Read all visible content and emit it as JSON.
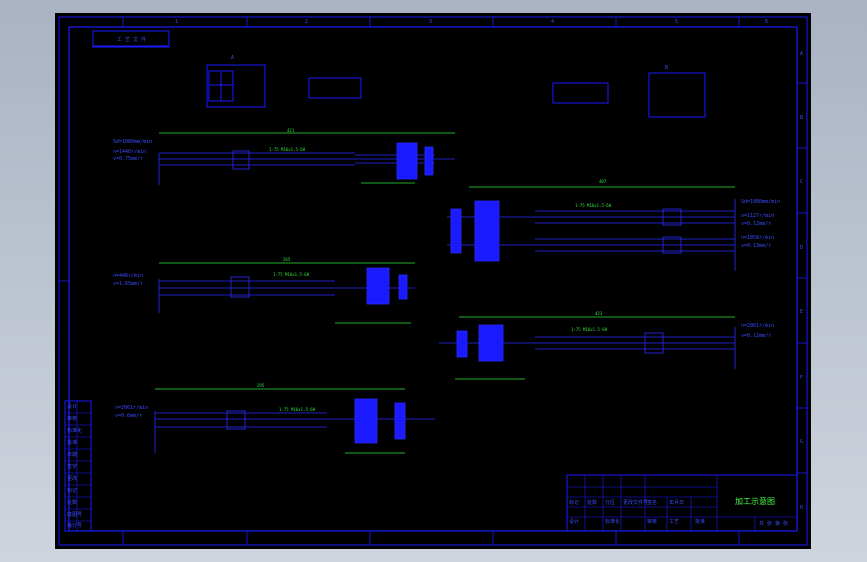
{
  "drawing": {
    "title": "加工示意图",
    "stamp_text": "工 艺 文 件",
    "border_numbers_top": [
      "1",
      "2",
      "3",
      "4",
      "5",
      "6"
    ],
    "border_letters_right": [
      "A",
      "B",
      "C",
      "D",
      "E",
      "F",
      "G",
      "H"
    ],
    "detail_a_label": "A",
    "detail_b_label": "B"
  },
  "spindles": [
    {
      "id": "s1",
      "params": [
        "Sd=1080mm/min",
        "n=1440r/min",
        "v=0.75mm/r"
      ],
      "overall": "421",
      "thread": "1-75 M16x1.5-6H"
    },
    {
      "id": "s2",
      "params": [
        "n=446r/min",
        "v=1.65mm/r"
      ],
      "overall": "265",
      "thread": "1-75 M16x1.5-6H"
    },
    {
      "id": "s3",
      "params": [
        "n=2061r/min",
        "v=0.6mm/r"
      ],
      "overall": "295",
      "thread": "1-75 M16x1.5-6H"
    },
    {
      "id": "s4",
      "params": [
        "Sd=1080mm/min",
        "n=1127r/min",
        "v=0.12mm/r",
        "n=1058r/min",
        "v=0.13mm/r"
      ],
      "overall": "407",
      "thread": "1-75 M16x1.5-6H"
    },
    {
      "id": "s5",
      "params": [
        "n=2061r/min",
        "v=0.12mm/r"
      ],
      "overall": "423",
      "thread": "1-75 M16x1.5-6H"
    }
  ],
  "left_table": [
    "设计",
    "审核",
    "标准化",
    "批准",
    "日期",
    "签字",
    "更改",
    "标记",
    "处数",
    "底图号",
    "装订号"
  ],
  "title_block": {
    "rows": [
      "标记",
      "处数",
      "分区",
      "更改文件号",
      "签名",
      "年月日"
    ],
    "bottom": [
      "设计",
      "标准化",
      "审核",
      "工艺",
      "批准",
      "共 张 第 张"
    ]
  }
}
